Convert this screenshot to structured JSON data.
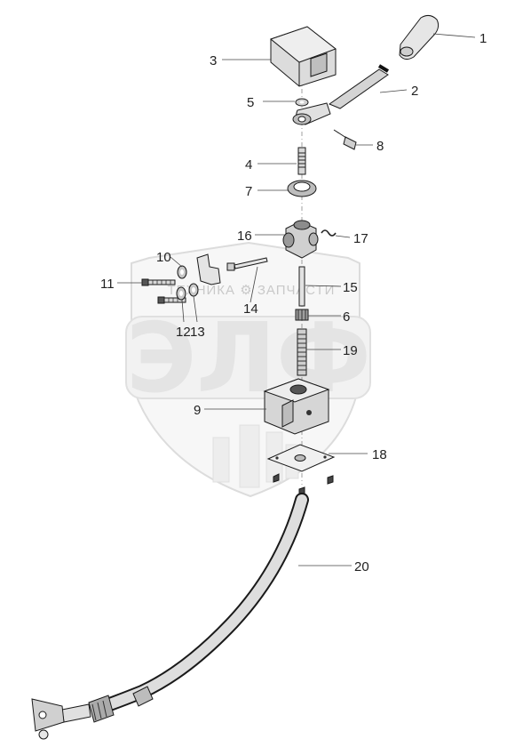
{
  "callouts": {
    "c1": "1",
    "c2": "2",
    "c3": "3",
    "c4": "4",
    "c5": "5",
    "c6": "6",
    "c7": "7",
    "c8": "8",
    "c9": "9",
    "c10": "10",
    "c11": "11",
    "c12": "12",
    "c13": "13",
    "c14": "14",
    "c15": "15",
    "c16": "16",
    "c17": "17",
    "c18": "18",
    "c19": "19",
    "c20": "20"
  },
  "watermark": {
    "caption": "ТЕХНИКА ⚙ ЗАПЧАСТИ",
    "logo_letters": "ЭЛФ"
  },
  "colors": {
    "watermark": "#e4e4e4",
    "parts": "#1a1a1a"
  }
}
